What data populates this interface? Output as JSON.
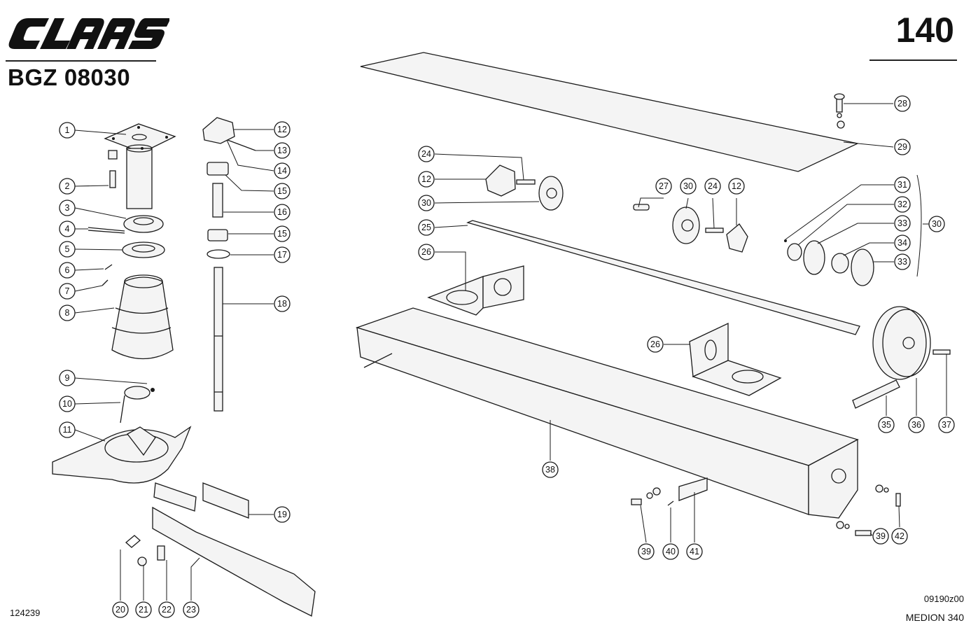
{
  "header": {
    "brand": "CLAAS",
    "brand_color": "#111111",
    "doc_code": "BGZ 08030",
    "page_number": "140"
  },
  "footer": {
    "image_id": "124239",
    "drawing_id": "09190z00",
    "model": "MEDION 340"
  },
  "diagram": {
    "callouts": [
      {
        "label": "1"
      },
      {
        "label": "2"
      },
      {
        "label": "3"
      },
      {
        "label": "4"
      },
      {
        "label": "5"
      },
      {
        "label": "6"
      },
      {
        "label": "7"
      },
      {
        "label": "8"
      },
      {
        "label": "9"
      },
      {
        "label": "10"
      },
      {
        "label": "11"
      },
      {
        "label": "12"
      },
      {
        "label": "13"
      },
      {
        "label": "14"
      },
      {
        "label": "15"
      },
      {
        "label": "16"
      },
      {
        "label": "15"
      },
      {
        "label": "17"
      },
      {
        "label": "18"
      },
      {
        "label": "19"
      },
      {
        "label": "20"
      },
      {
        "label": "21"
      },
      {
        "label": "22"
      },
      {
        "label": "23"
      },
      {
        "label": "24"
      },
      {
        "label": "12"
      },
      {
        "label": "30"
      },
      {
        "label": "25"
      },
      {
        "label": "26"
      },
      {
        "label": "27"
      },
      {
        "label": "30"
      },
      {
        "label": "24"
      },
      {
        "label": "12"
      },
      {
        "label": "28"
      },
      {
        "label": "29"
      },
      {
        "label": "31"
      },
      {
        "label": "32"
      },
      {
        "label": "33"
      },
      {
        "label": "34"
      },
      {
        "label": "33"
      },
      {
        "label": "30"
      },
      {
        "label": "26"
      },
      {
        "label": "38"
      },
      {
        "label": "35"
      },
      {
        "label": "36"
      },
      {
        "label": "37"
      },
      {
        "label": "39"
      },
      {
        "label": "40"
      },
      {
        "label": "41"
      },
      {
        "label": "39"
      },
      {
        "label": "42"
      }
    ]
  }
}
